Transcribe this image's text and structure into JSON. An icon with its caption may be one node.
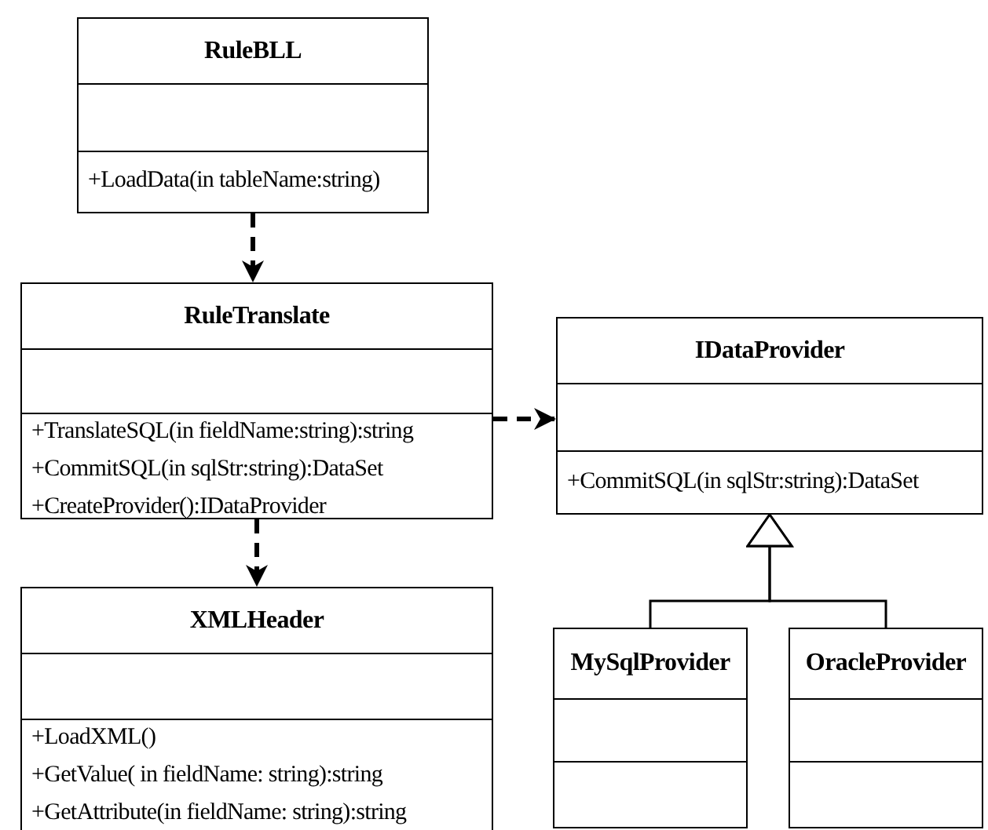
{
  "diagram": {
    "nodes": [
      {
        "text": [
          "RuleBLL",
          "+LoadData(in tableName:string)"
        ]
      },
      {
        "text": [
          "RuleTranslate",
          "+TranslateSQL(in fieldName:string):string",
          "+CommitSQL(in sqlStr:string):DataSet",
          "+CreateProvider():IDataProvider"
        ]
      },
      {
        "text": [
          "IDataProvider",
          "+CommitSQL(in sqlStr:string):DataSet"
        ]
      },
      {
        "text": [
          "XMLHeader",
          "+LoadXML()",
          "+GetValue( in fieldName: string):string",
          "+GetAttribute(in fieldName: string):string"
        ]
      },
      {
        "text": [
          "MySqlProvider"
        ]
      },
      {
        "text": [
          "OracleProvider"
        ]
      }
    ],
    "edges": [
      {
        "from": 0,
        "to": 1,
        "arrow": "to",
        "style": "dashed"
      },
      {
        "from": 1,
        "to": 2,
        "arrow": "to",
        "style": "dashed"
      },
      {
        "from": 1,
        "to": 3,
        "arrow": "to",
        "style": "dashed"
      },
      {
        "from": 4,
        "to": 2,
        "arrow": "to"
      },
      {
        "from": 5,
        "to": 2,
        "arrow": "to"
      }
    ]
  }
}
